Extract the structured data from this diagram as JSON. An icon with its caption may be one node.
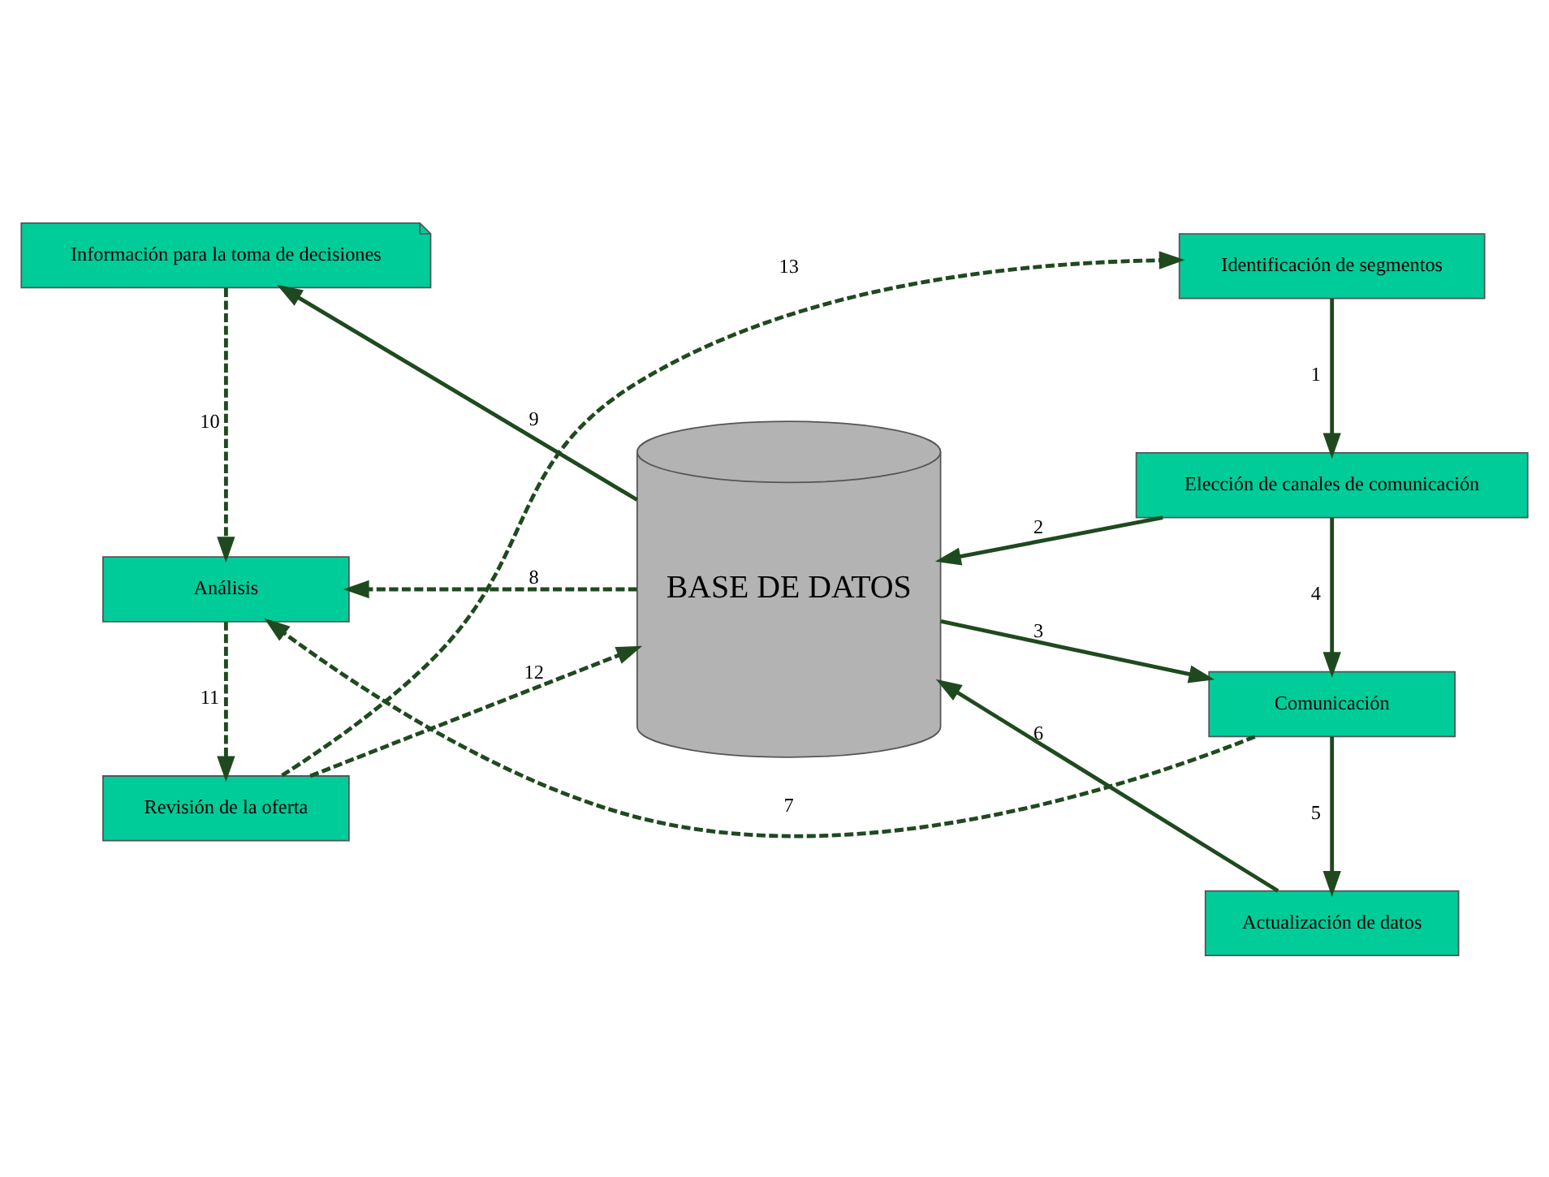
{
  "diagram": {
    "nodes": [
      {
        "text": [
          "Revisión de la oferta"
        ]
      },
      {
        "text": [
          "Identificación de segmentos"
        ]
      },
      {
        "text": [
          "BASE DE DATOS"
        ]
      },
      {
        "text": [
          "Elección de canales de comunicación"
        ]
      },
      {
        "text": [
          "Análisis"
        ]
      },
      {
        "text": [
          "Comunicación"
        ]
      },
      {
        "text": [
          "Información para la toma de decisiones"
        ]
      },
      {
        "text": [
          "Actualización de datos"
        ]
      }
    ],
    "edges": [
      {
        "from": 1,
        "to": 3,
        "arrow": "to",
        "label": "1"
      },
      {
        "from": 3,
        "to": 2,
        "arrow": "to",
        "label": "2"
      },
      {
        "from": 2,
        "to": 5,
        "arrow": "to",
        "label": "3"
      },
      {
        "from": 3,
        "to": 5,
        "arrow": "to",
        "label": "4"
      },
      {
        "from": 5,
        "to": 7,
        "arrow": "to",
        "label": "5"
      },
      {
        "from": 7,
        "to": 2,
        "arrow": "to",
        "label": "6"
      },
      {
        "from": 5,
        "to": 4,
        "arrow": "to",
        "label": "7",
        "style": "dashed"
      },
      {
        "from": 2,
        "to": 4,
        "arrow": "to",
        "label": "8",
        "style": "dashed"
      },
      {
        "from": 2,
        "to": 6,
        "arrow": "to",
        "label": "9"
      },
      {
        "from": 6,
        "to": 4,
        "arrow": "to",
        "label": "10",
        "style": "dashed"
      },
      {
        "from": 4,
        "to": 0,
        "arrow": "to",
        "label": "11",
        "style": "dashed"
      },
      {
        "from": 0,
        "to": 2,
        "arrow": "to",
        "label": "12",
        "style": "dashed"
      },
      {
        "from": 0,
        "to": 1,
        "arrow": "to",
        "label": "13",
        "style": "dashed"
      }
    ]
  }
}
